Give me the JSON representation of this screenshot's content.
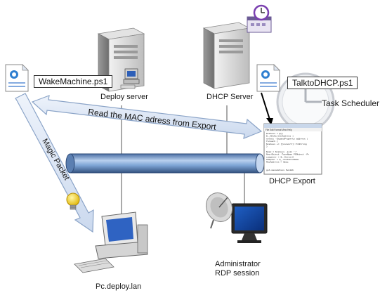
{
  "nodes": {
    "deploy_server": {
      "label": "Deploy server"
    },
    "dhcp_server": {
      "label": "DHCP Server"
    },
    "task_scheduler": {
      "label": "Task Scheduler"
    },
    "dhcp_export": {
      "label": "DHCP Export"
    },
    "admin_rdp": {
      "line1": "Administrator",
      "line2": "RDP session"
    },
    "client_pc": {
      "label": "Pc.deploy.lan"
    }
  },
  "scripts": {
    "wake": {
      "label": "WakeMachine.ps1"
    },
    "talk": {
      "label": "TalktoDHCP.ps1"
    }
  },
  "flows": {
    "read_mac": "Read the MAC adress from Export",
    "magic_packet": "Magic Packet"
  },
  "export_window": {
    "menu": "File  Edit  Format  View  Help",
    "code": [
      "$values = @()",
      "$_.NetScreenAddress |",
      "select -ExpandProperty address |",
      "foreach {",
      "  $values += [[convert]::ToString",
      "}",
      "",
      "$mac = $values -join ':'",
      "New-Object -TypeName PSObject -Pr",
      "  computer = $_.ServerA",
      "  Adapter = $_.InstanceName",
      "  MacAddress = $mac",
      "",
      "",
      "get-macaddress Svo1db"
    ]
  },
  "colors": {
    "pipe": "#7fa6d6",
    "pipe_dark": "#3d5f8f",
    "arrow_fill": "#dde8f6",
    "arrow_stroke": "#8aa3c7",
    "server_body": "#cfcfcf"
  }
}
